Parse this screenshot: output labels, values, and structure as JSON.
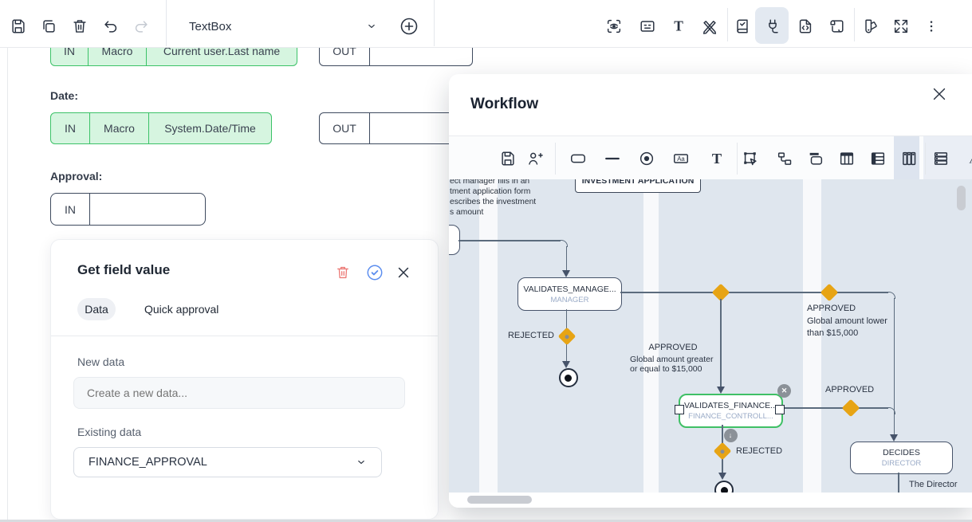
{
  "toolbar": {
    "element_selector": "TextBox"
  },
  "form": {
    "rows": [
      {
        "in": "IN",
        "type": "Macro",
        "value": "Current user.Last name",
        "out": "OUT"
      },
      {
        "label": "Date:",
        "in": "IN",
        "type": "Macro",
        "value": "System.Date/Time",
        "out": "OUT"
      },
      {
        "label": "Approval:",
        "in": "IN"
      }
    ]
  },
  "card": {
    "title": "Get field value",
    "tabs": {
      "data": "Data",
      "quick_approval": "Quick approval"
    },
    "new_data": {
      "label": "New data",
      "placeholder": "Create a new data..."
    },
    "existing_data": {
      "label": "Existing data",
      "value": "FINANCE_APPROVAL"
    }
  },
  "workflow": {
    "title": "Workflow",
    "annotation": {
      "l1": "ect manager fills in an",
      "l2": "tment application form",
      "l3": "escribes the investment",
      "l4": "s amount"
    },
    "nodes": {
      "investment_application": "INVESTMENT APPLICATION",
      "manager": {
        "title": "VALIDATES_MANAGE...",
        "subtitle": "MANAGER"
      },
      "finance": {
        "title": "VALIDATES_FINANCE...",
        "subtitle": "FINANCE_CONTROLL..."
      },
      "decides": {
        "title": "DECIDES",
        "subtitle": "DIRECTOR"
      }
    },
    "labels": {
      "rejected_manager": "REJECTED",
      "approved_lower": {
        "title": "APPROVED",
        "line1": "Global amount lower",
        "line2": "than $15,000"
      },
      "approved_greater": {
        "title": "APPROVED",
        "line1": "Global amount greater",
        "line2": "or equal to $15,000"
      },
      "approved_decides": "APPROVED",
      "rejected_finance": "REJECTED",
      "the_director": "The Director"
    }
  },
  "colors": {
    "green_border": "#3cc268",
    "green_bg": "#d6f5e0",
    "node_border": "#46536a",
    "green_node_border": "#3fc065",
    "diamond_orange": "#e7a414",
    "lane_blue": "#dfe6ee",
    "selected_tool_bg": "#e3e9f1",
    "trash_red": "#ec7a76",
    "check_blue": "#5b8def",
    "edge_gray": "#5b6b7d"
  }
}
